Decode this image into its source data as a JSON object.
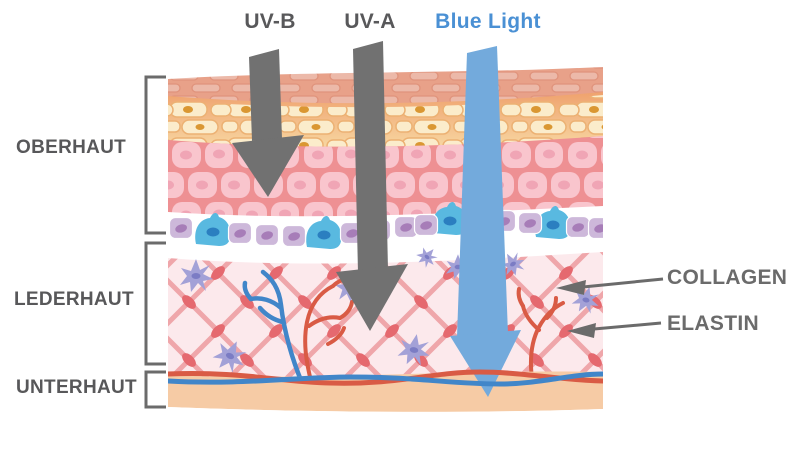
{
  "diagram": {
    "title": "Skin light penetration diagram",
    "rays": [
      {
        "id": "uv-b",
        "label": "UV-B",
        "arrow_color": "#717171",
        "label_color": "#58585a",
        "penetration_layer": "OBERHAUT"
      },
      {
        "id": "uv-a",
        "label": "UV-A",
        "arrow_color": "#717171",
        "label_color": "#58585a",
        "penetration_layer": "LEDERHAUT"
      },
      {
        "id": "blue-light",
        "label": "Blue Light",
        "arrow_color": "#73aadc",
        "label_color": "#4a90d4",
        "penetration_layer": "UNTERHAUT"
      }
    ],
    "skin_layers": [
      {
        "id": "oberhaut",
        "label": "OBERHAUT"
      },
      {
        "id": "lederhaut",
        "label": "LEDERHAUT"
      },
      {
        "id": "unterhaut",
        "label": "UNTERHAUT"
      }
    ],
    "annotations": [
      {
        "id": "collagen",
        "label": "COLLAGEN"
      },
      {
        "id": "elastin",
        "label": "ELASTIN"
      }
    ],
    "colors": {
      "bracket_gray": "#6b6b6b",
      "label_gray": "#58585a",
      "stratum_corneum": "#e8a189",
      "granular_layer": "#f3b87e",
      "keratinocyte_layer": "#ee9093",
      "basal_cell": "#cdb8da",
      "melanocyte": "#59b9e0",
      "dermis_bg": "#fce9ec",
      "collagen_fiber": "#efa6aa",
      "elastin_node": "#e5696f",
      "vein_blue": "#4186c9",
      "artery_red": "#d95b45",
      "subcutis": "#f6cba5"
    }
  }
}
